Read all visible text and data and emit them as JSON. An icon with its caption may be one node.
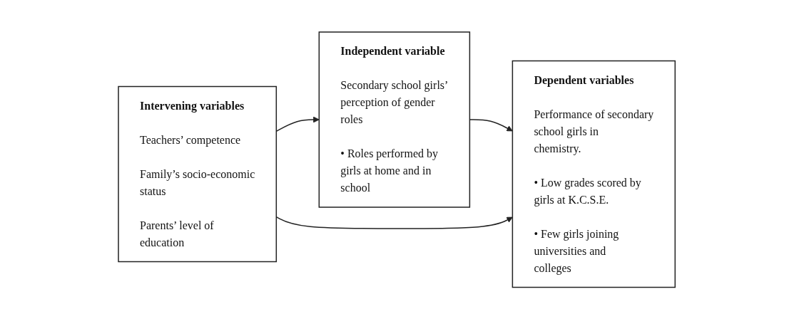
{
  "diagram": {
    "nodes": [
      {
        "text": [
          "Independent variable",
          "Secondary school girls’ perception of gender roles",
          "• Roles performed by girls at home and in school"
        ]
      },
      {
        "text": [
          "Intervening variables",
          "Teachers’ competence",
          "Family’s socio-economic status",
          "Parents’ level of education"
        ]
      },
      {
        "text": [
          "Dependent variables",
          "Performance of secondary school girls in chemistry.",
          "• Low grades scored by girls at K.C.S.E.",
          "• Few girls joining universities and colleges"
        ]
      }
    ],
    "edges": [
      {
        "from": 0,
        "to": 2,
        "arrow": "to"
      },
      {
        "from": 1,
        "to": 0,
        "arrow": "to"
      },
      {
        "from": 1,
        "to": 2,
        "arrow": "to"
      }
    ]
  }
}
